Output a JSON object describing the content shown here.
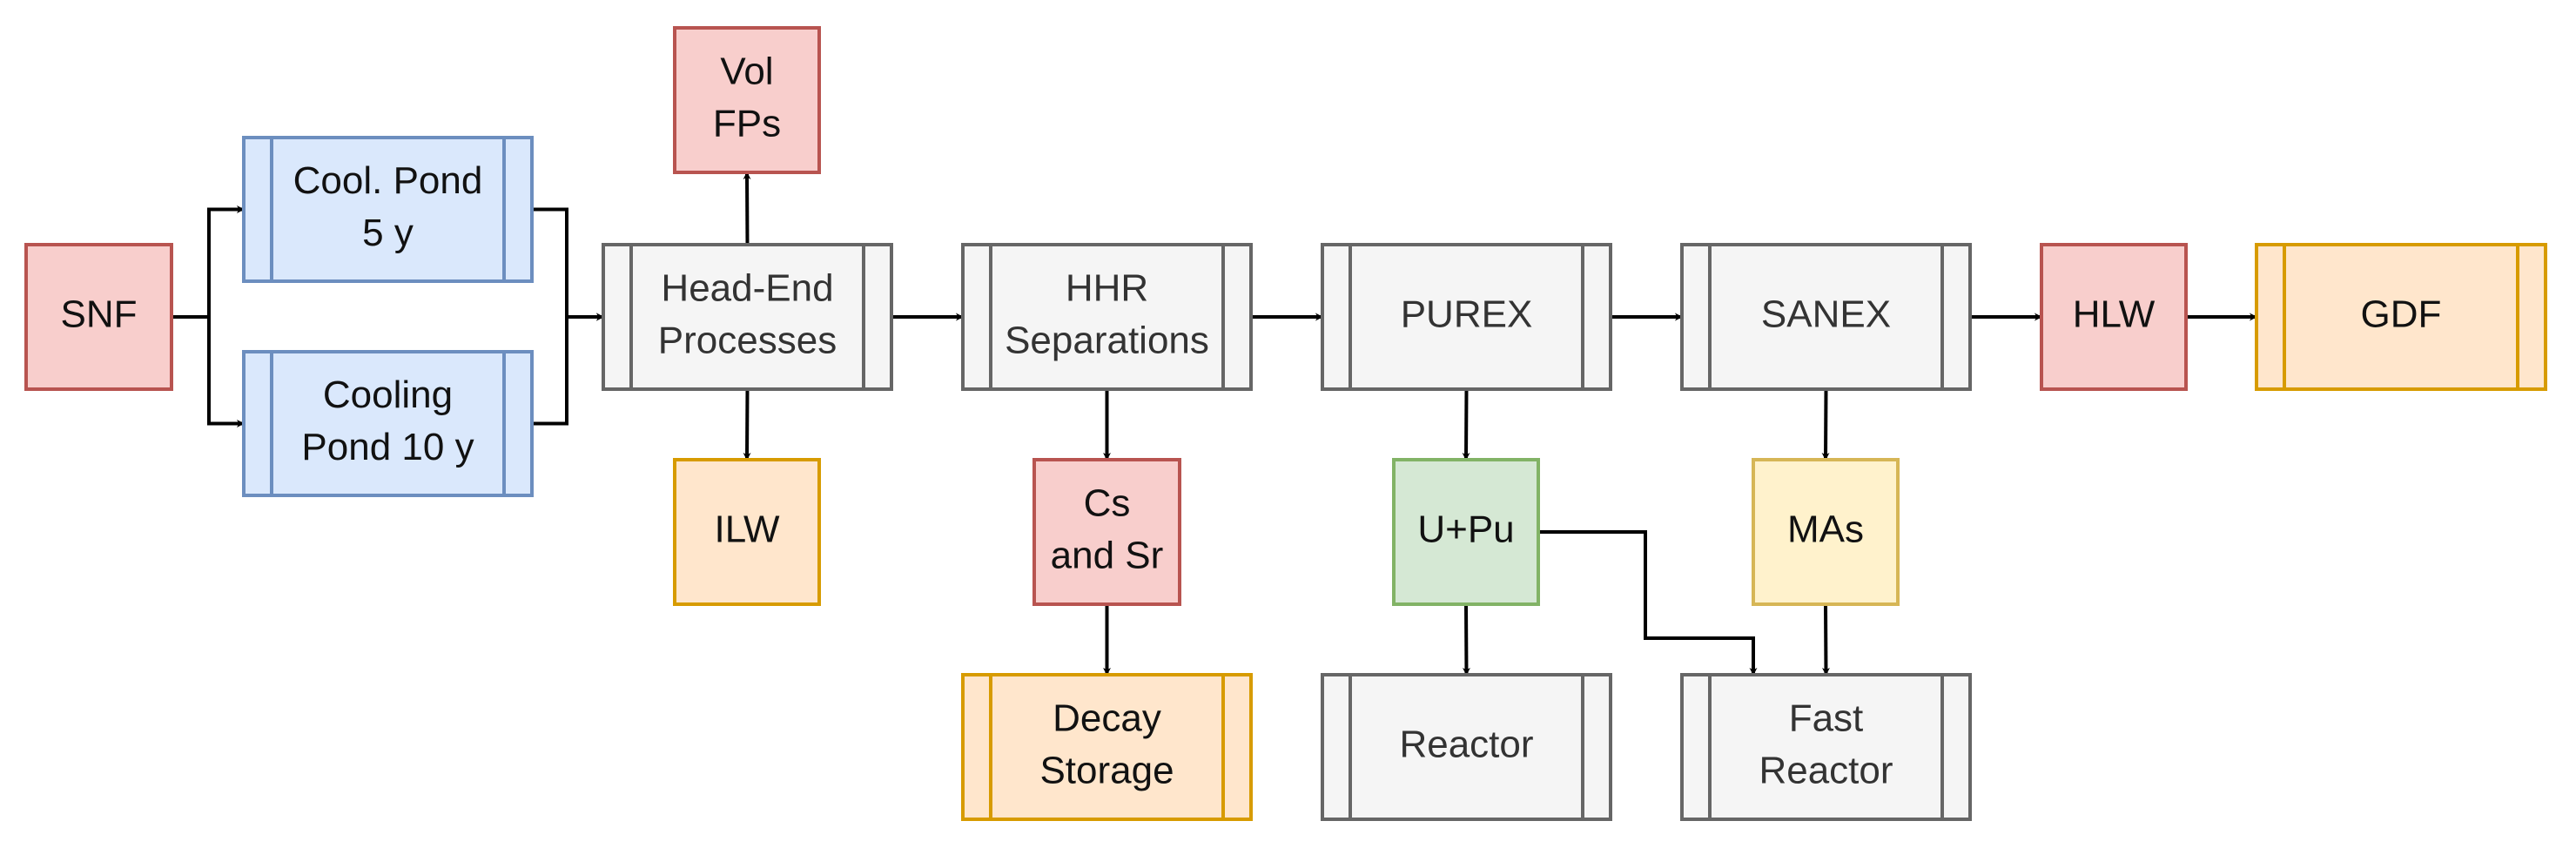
{
  "nodes": [
    {
      "id": "snf",
      "lines": [
        "SNF"
      ],
      "style": "red",
      "process": false
    },
    {
      "id": "cool-pond-5y",
      "lines": [
        "Cool. Pond",
        "5 y"
      ],
      "style": "blue",
      "process": true
    },
    {
      "id": "cooling-pond-10y",
      "lines": [
        "Cooling",
        "Pond 10 y"
      ],
      "style": "blue",
      "process": true
    },
    {
      "id": "vol-fps",
      "lines": [
        "Vol",
        "FPs"
      ],
      "style": "red",
      "process": false
    },
    {
      "id": "head-end",
      "lines": [
        "Head-End",
        "Processes"
      ],
      "style": "gray",
      "process": true
    },
    {
      "id": "ilw",
      "lines": [
        "ILW"
      ],
      "style": "orange",
      "process": false
    },
    {
      "id": "hhr",
      "lines": [
        "HHR",
        "Separations"
      ],
      "style": "gray",
      "process": true
    },
    {
      "id": "cs-sr",
      "lines": [
        "Cs",
        "and Sr"
      ],
      "style": "red",
      "process": false
    },
    {
      "id": "decay-storage",
      "lines": [
        "Decay",
        "Storage"
      ],
      "style": "orange",
      "process": true
    },
    {
      "id": "purex",
      "lines": [
        "PUREX"
      ],
      "style": "gray",
      "process": true
    },
    {
      "id": "u-pu",
      "lines": [
        "U+Pu"
      ],
      "style": "green",
      "process": false
    },
    {
      "id": "reactor",
      "lines": [
        "Reactor"
      ],
      "style": "gray",
      "process": true
    },
    {
      "id": "sanex",
      "lines": [
        "SANEX"
      ],
      "style": "gray",
      "process": true
    },
    {
      "id": "mas",
      "lines": [
        "MAs"
      ],
      "style": "yellow",
      "process": false
    },
    {
      "id": "fast-reactor",
      "lines": [
        "Fast",
        "Reactor"
      ],
      "style": "gray",
      "process": true
    },
    {
      "id": "hlw",
      "lines": [
        "HLW"
      ],
      "style": "red",
      "process": false
    },
    {
      "id": "gdf",
      "lines": [
        "GDF"
      ],
      "style": "orange",
      "process": true
    }
  ],
  "edges": [
    {
      "from": "snf",
      "to": "cool-pond-5y"
    },
    {
      "from": "snf",
      "to": "cooling-pond-10y"
    },
    {
      "from": "cool-pond-5y",
      "to": "head-end"
    },
    {
      "from": "cooling-pond-10y",
      "to": "head-end"
    },
    {
      "from": "head-end",
      "to": "vol-fps"
    },
    {
      "from": "head-end",
      "to": "ilw"
    },
    {
      "from": "head-end",
      "to": "hhr"
    },
    {
      "from": "hhr",
      "to": "cs-sr"
    },
    {
      "from": "cs-sr",
      "to": "decay-storage"
    },
    {
      "from": "hhr",
      "to": "purex"
    },
    {
      "from": "purex",
      "to": "u-pu"
    },
    {
      "from": "u-pu",
      "to": "reactor"
    },
    {
      "from": "u-pu",
      "to": "fast-reactor"
    },
    {
      "from": "purex",
      "to": "sanex"
    },
    {
      "from": "sanex",
      "to": "mas"
    },
    {
      "from": "mas",
      "to": "fast-reactor"
    },
    {
      "from": "sanex",
      "to": "hlw"
    },
    {
      "from": "hlw",
      "to": "gdf"
    }
  ],
  "styles": {
    "red": {
      "fill": "#f8cecc",
      "stroke": "#b85450",
      "text": "#111111"
    },
    "blue": {
      "fill": "#dae8fc",
      "stroke": "#6c8ebf",
      "text": "#111111"
    },
    "gray": {
      "fill": "#f5f5f5",
      "stroke": "#666666",
      "text": "#333333"
    },
    "orange": {
      "fill": "#ffe6cc",
      "stroke": "#d79b00",
      "text": "#111111"
    },
    "green": {
      "fill": "#d5e8d4",
      "stroke": "#82b366",
      "text": "#111111"
    },
    "yellow": {
      "fill": "#fff2cc",
      "stroke": "#d6b656",
      "text": "#111111"
    }
  }
}
